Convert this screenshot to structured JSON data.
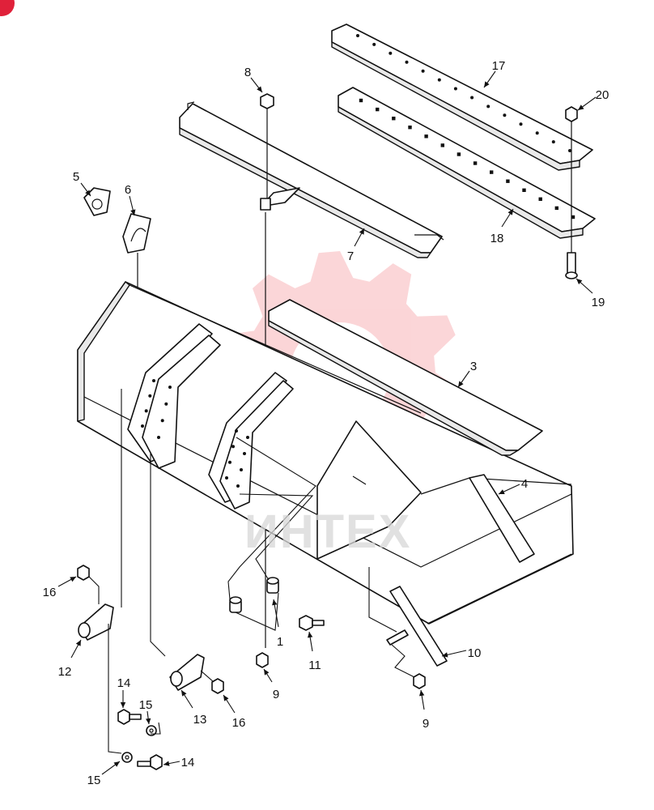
{
  "diagram": {
    "callouts": [
      {
        "id": "c1",
        "label": "1"
      },
      {
        "id": "c3",
        "label": "3"
      },
      {
        "id": "c4",
        "label": "4"
      },
      {
        "id": "c5",
        "label": "5"
      },
      {
        "id": "c6",
        "label": "6"
      },
      {
        "id": "c7",
        "label": "7"
      },
      {
        "id": "c8",
        "label": "8"
      },
      {
        "id": "c9a",
        "label": "9"
      },
      {
        "id": "c9b",
        "label": "9"
      },
      {
        "id": "c10",
        "label": "10"
      },
      {
        "id": "c11",
        "label": "11"
      },
      {
        "id": "c12",
        "label": "12"
      },
      {
        "id": "c13",
        "label": "13"
      },
      {
        "id": "c14a",
        "label": "14"
      },
      {
        "id": "c14b",
        "label": "14"
      },
      {
        "id": "c15a",
        "label": "15"
      },
      {
        "id": "c15b",
        "label": "15"
      },
      {
        "id": "c16a",
        "label": "16"
      },
      {
        "id": "c16b",
        "label": "16"
      },
      {
        "id": "c17",
        "label": "17"
      },
      {
        "id": "c18",
        "label": "18"
      },
      {
        "id": "c19",
        "label": "19"
      },
      {
        "id": "c20",
        "label": "20"
      }
    ]
  },
  "watermark": {
    "text": "ИНТЕХ",
    "color": "#f26b73"
  },
  "corner_badge": {
    "color": "#e0213a"
  }
}
